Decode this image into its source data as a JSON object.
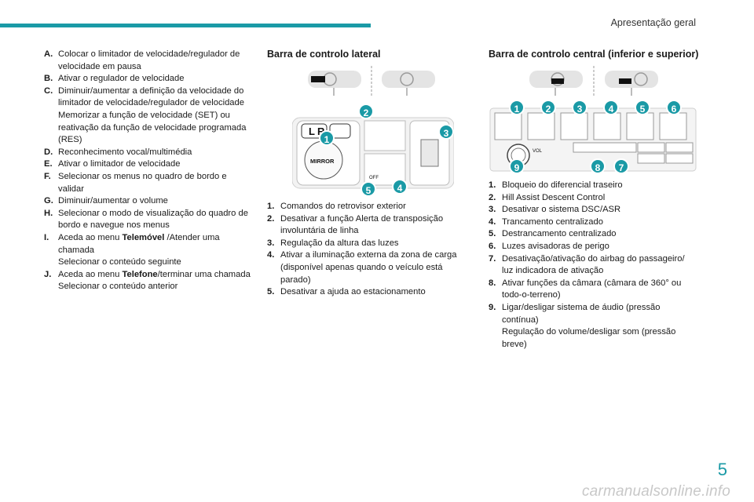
{
  "header": {
    "title": "Apresentação geral"
  },
  "left_list": [
    {
      "key": "A.",
      "lines": [
        "Colocar o limitador de velocidade/regulador de velocidade em pausa"
      ]
    },
    {
      "key": "B.",
      "lines": [
        "Ativar o regulador de velocidade"
      ]
    },
    {
      "key": "C.",
      "lines": [
        "Diminuir/aumentar a definição da velocidade do limitador de velocidade/regulador de velocidade",
        "Memorizar a função de velocidade (SET) ou reativação da função de velocidade programada (RES)"
      ]
    },
    {
      "key": "D.",
      "lines": [
        "Reconhecimento vocal/multimédia"
      ]
    },
    {
      "key": "E.",
      "lines": [
        "Ativar o limitador de velocidade"
      ]
    },
    {
      "key": "F.",
      "lines": [
        "Selecionar os menus no quadro de bordo e validar"
      ]
    },
    {
      "key": "G.",
      "lines": [
        "Diminuir/aumentar o volume"
      ]
    },
    {
      "key": "H.",
      "lines": [
        "Selecionar o modo de visualização do quadro de bordo e navegue nos menus"
      ]
    },
    {
      "key": "I.",
      "pre": "Aceda ao menu ",
      "bold": "Telemóvel",
      "post": " /Atender uma chamada",
      "lines": [
        "Selecionar o conteúdo seguinte"
      ]
    },
    {
      "key": "J.",
      "pre": "Aceda ao menu ",
      "bold": "Telefone",
      "post": "/terminar uma chamada",
      "lines": [
        "Selecionar o conteúdo anterior"
      ]
    }
  ],
  "lateral": {
    "title": "Barra de controlo lateral",
    "panel_labels": {
      "l": "L",
      "r": "R",
      "mirror": "MIRROR",
      "p_off": "OFF"
    },
    "badges": [
      "1",
      "2",
      "3",
      "4",
      "5"
    ],
    "items": [
      {
        "key": "1.",
        "text": "Comandos do retrovisor exterior"
      },
      {
        "key": "2.",
        "text": "Desativar a função Alerta de transposição involuntária de linha"
      },
      {
        "key": "3.",
        "text": "Regulação da altura das luzes"
      },
      {
        "key": "4.",
        "text": "Ativar a iluminação externa da zona de carga (disponível apenas quando o veículo está parado)"
      },
      {
        "key": "5.",
        "text": "Desativar a ajuda ao estacionamento"
      }
    ]
  },
  "central": {
    "title": "Barra de controlo central (inferior e superior)",
    "panel_labels": {
      "vol": "VOL"
    },
    "badges": [
      "1",
      "2",
      "3",
      "4",
      "5",
      "6",
      "7",
      "8",
      "9"
    ],
    "items": [
      {
        "key": "1.",
        "lines": [
          "Bloqueio do diferencial traseiro"
        ]
      },
      {
        "key": "2.",
        "lines": [
          "Hill Assist Descent Control"
        ]
      },
      {
        "key": "3.",
        "lines": [
          "Desativar o sistema DSC/ASR"
        ]
      },
      {
        "key": "4.",
        "lines": [
          "Trancamento centralizado"
        ]
      },
      {
        "key": "5.",
        "lines": [
          "Destrancamento centralizado"
        ]
      },
      {
        "key": "6.",
        "lines": [
          "Luzes avisadoras de perigo"
        ]
      },
      {
        "key": "7.",
        "lines": [
          "Desativação/ativação do airbag do passageiro/ luz indicadora de ativação"
        ]
      },
      {
        "key": "8.",
        "lines": [
          "Ativar funções da câmara (câmara de 360° ou todo-o-terreno)"
        ]
      },
      {
        "key": "9.",
        "lines": [
          "Ligar/desligar sistema de áudio (pressão contínua)",
          "Regulação do volume/desligar som (pressão breve)"
        ]
      }
    ]
  },
  "page_number": "5",
  "watermark": "carmanualsonline.info",
  "colors": {
    "accent": "#1a9aa6"
  }
}
